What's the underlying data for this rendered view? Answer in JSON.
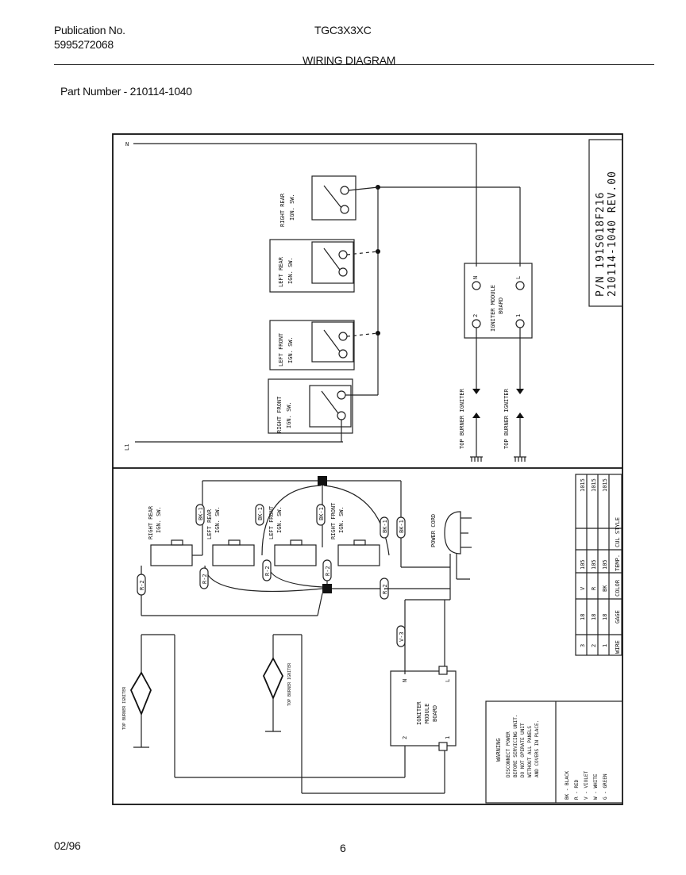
{
  "header": {
    "pub_label": "Publication No.",
    "pub_number": "5995272068",
    "model": "TGC3X3XC",
    "title": "WIRING DIAGRAM",
    "part_number": "Part Number - 210114-1040"
  },
  "footer": {
    "date": "02/96",
    "page": "6"
  },
  "schematic": {
    "line_n": "N",
    "line_l1": "L1",
    "switches": [
      {
        "line1": "RIGHT REAR",
        "line2": "IGN. SW."
      },
      {
        "line1": "LEFT REAR",
        "line2": "IGN. SW."
      },
      {
        "line1": "LEFT FRONT",
        "line2": "IGN. SW."
      },
      {
        "line1": "RIGHT FRONT",
        "line2": "IGN. SW."
      }
    ],
    "module": {
      "line1": "IGNITER MODULE",
      "line2": "BOARD",
      "t_n": "N",
      "t_l": "L",
      "t_2": "2",
      "t_1": "1"
    },
    "igniter_label": "TOP BURNER IGNITER",
    "pn_line1": "P/N 191S018F216",
    "pn_line2": "210114-1040 REV.00"
  },
  "pictorial": {
    "switches": [
      {
        "line1": "RIGHT REAR",
        "line2": "IGN. SW."
      },
      {
        "line1": "LEFT REAR",
        "line2": "IGN. SW."
      },
      {
        "line1": "LEFT FRONT",
        "line2": "IGN. SW."
      },
      {
        "line1": "RIGHT FRONT",
        "line2": "IGN. SW."
      }
    ],
    "wire_tags": [
      "BK-1",
      "BK-1",
      "BK-1",
      "BK-1",
      "BK-1",
      "R-2",
      "R-2",
      "R-2",
      "R-2",
      "R-2",
      "V-3"
    ],
    "power_cord": "POWER CORD",
    "module": {
      "line1": "IGNITER",
      "line2": "MODULE",
      "line3": "BOARD",
      "t_n": "N",
      "t_l": "L",
      "t_2": "2",
      "t_1": "1"
    },
    "igniter_small": "TOP BURNER IGNITER"
  },
  "wire_table": {
    "headers": [
      "WIRE",
      "GAGE",
      "COLOR",
      "TEMP.",
      "CUL STYLE"
    ],
    "rows": [
      [
        "3",
        "18",
        "V",
        "105",
        "1015"
      ],
      [
        "2",
        "18",
        "R",
        "105",
        "1015"
      ],
      [
        "1",
        "18",
        "BK",
        "105",
        "1015"
      ]
    ]
  },
  "warning": {
    "title": "WARNING",
    "lines": [
      "DISCONNECT POWER",
      "BEFORE SERVICING UNIT.",
      "DO NOT OPERATE UNIT",
      "WITHOUT ALL PANELS",
      "AND COVERS IN PLACE."
    ],
    "codes": [
      "BK - BLACK",
      "R - RED",
      "V - VIOLET",
      "W - WHITE",
      "G - GREEN"
    ]
  }
}
